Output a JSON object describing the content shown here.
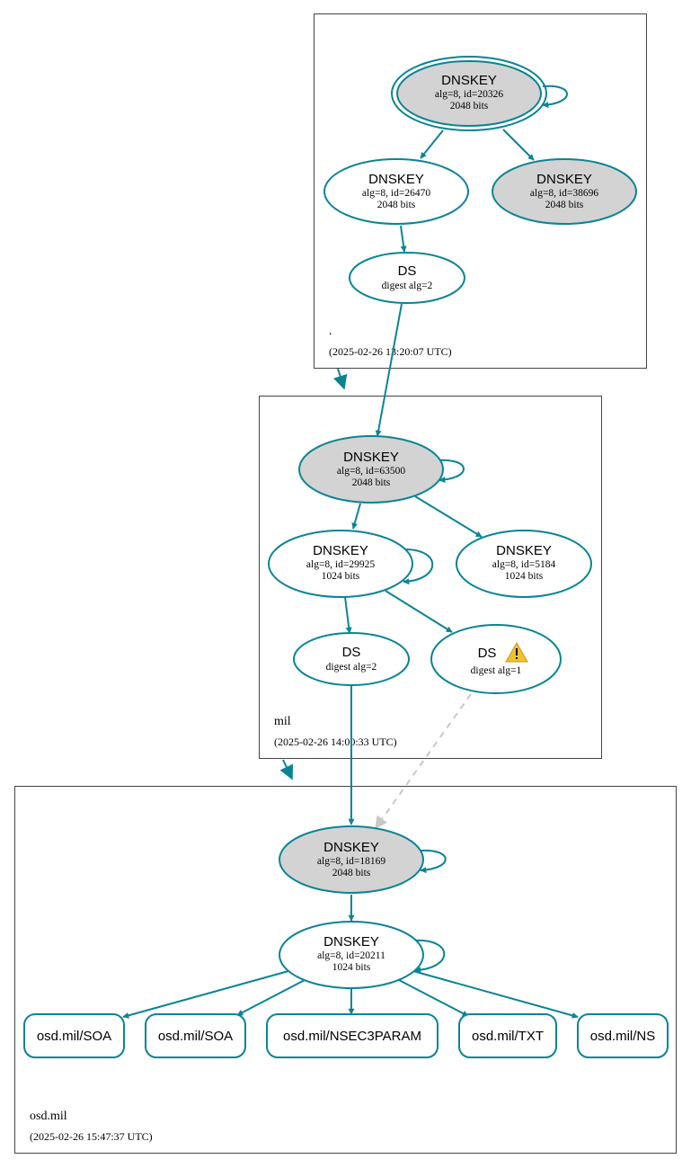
{
  "zones": {
    "root": {
      "name": ".",
      "timestamp": "(2025-02-26 13:20:07 UTC)"
    },
    "mil": {
      "name": "mil",
      "timestamp": "(2025-02-26 14:00:33 UTC)"
    },
    "osd": {
      "name": "osd.mil",
      "timestamp": "(2025-02-26 15:47:37 UTC)"
    }
  },
  "nodes": {
    "root_ksk": {
      "title": "DNSKEY",
      "line1": "alg=8, id=20326",
      "line2": "2048 bits"
    },
    "root_zsk": {
      "title": "DNSKEY",
      "line1": "alg=8, id=26470",
      "line2": "2048 bits"
    },
    "root_k2": {
      "title": "DNSKEY",
      "line1": "alg=8, id=38696",
      "line2": "2048 bits"
    },
    "root_ds": {
      "title": "DS",
      "line1": "digest alg=2"
    },
    "mil_ksk": {
      "title": "DNSKEY",
      "line1": "alg=8, id=63500",
      "line2": "2048 bits"
    },
    "mil_zsk": {
      "title": "DNSKEY",
      "line1": "alg=8, id=29925",
      "line2": "1024 bits"
    },
    "mil_k2": {
      "title": "DNSKEY",
      "line1": "alg=8, id=5184",
      "line2": "1024 bits"
    },
    "mil_ds2": {
      "title": "DS",
      "line1": "digest alg=2"
    },
    "mil_ds1": {
      "title": "DS",
      "line1": "digest alg=1"
    },
    "osd_ksk": {
      "title": "DNSKEY",
      "line1": "alg=8, id=18169",
      "line2": "2048 bits"
    },
    "osd_zsk": {
      "title": "DNSKEY",
      "line1": "alg=8, id=20211",
      "line2": "1024 bits"
    }
  },
  "rrsets": [
    {
      "label": "osd.mil/SOA"
    },
    {
      "label": "osd.mil/SOA"
    },
    {
      "label": "osd.mil/NSEC3PARAM"
    },
    {
      "label": "osd.mil/TXT"
    },
    {
      "label": "osd.mil/NS"
    }
  ],
  "colors": {
    "edge": "#0a8494",
    "key_fill_sep": "#d3d3d3",
    "key_fill_default": "#ffffff",
    "insecure_edge": "#c8c8c8",
    "warning": "#f2c12e"
  },
  "icons": {
    "warning": "warning-icon"
  }
}
